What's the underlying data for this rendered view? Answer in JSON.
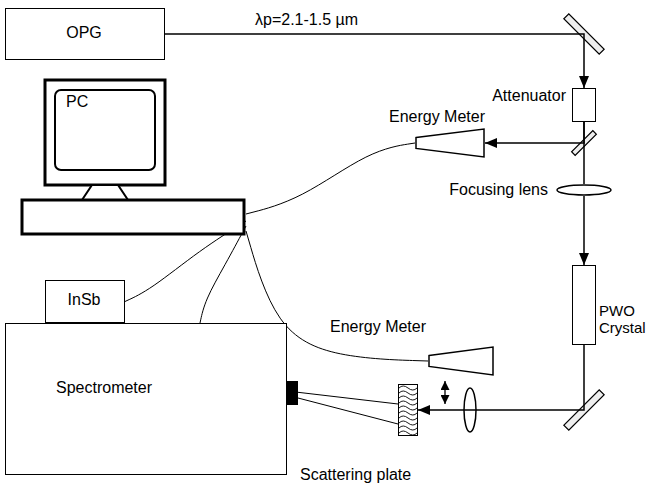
{
  "diagram": {
    "nodes": [
      {
        "text": [
          "OPG"
        ]
      },
      {
        "text": [
          "PC"
        ]
      },
      {
        "text": [
          "Attenuator"
        ]
      },
      {
        "text": [
          "Energy Meter"
        ]
      },
      {
        "text": [
          "Focusing lens"
        ]
      },
      {
        "text": [
          "PWO Crystal"
        ]
      },
      {
        "text": [
          "InSb"
        ]
      },
      {
        "text": [
          "Spectrometer"
        ]
      },
      {
        "text": [
          "Energy Meter"
        ]
      },
      {
        "text": [
          "Scattering plate"
        ]
      }
    ],
    "edges": [
      {
        "from": 0,
        "to": 2,
        "label": "λp=2.1-1.5 µm",
        "arrow": "to"
      },
      {
        "from": 2,
        "to": 3,
        "arrow": "to"
      },
      {
        "from": 2,
        "to": 4,
        "arrow": "none"
      },
      {
        "from": 4,
        "to": 5,
        "arrow": "to"
      },
      {
        "from": 5,
        "to": 9,
        "arrow": "to"
      },
      {
        "from": 9,
        "to": 7,
        "arrow": "none"
      },
      {
        "from": 1,
        "to": 3,
        "arrow": "none"
      },
      {
        "from": 1,
        "to": 6,
        "arrow": "none"
      },
      {
        "from": 1,
        "to": 7,
        "arrow": "none"
      },
      {
        "from": 1,
        "to": 8,
        "arrow": "none"
      }
    ]
  }
}
